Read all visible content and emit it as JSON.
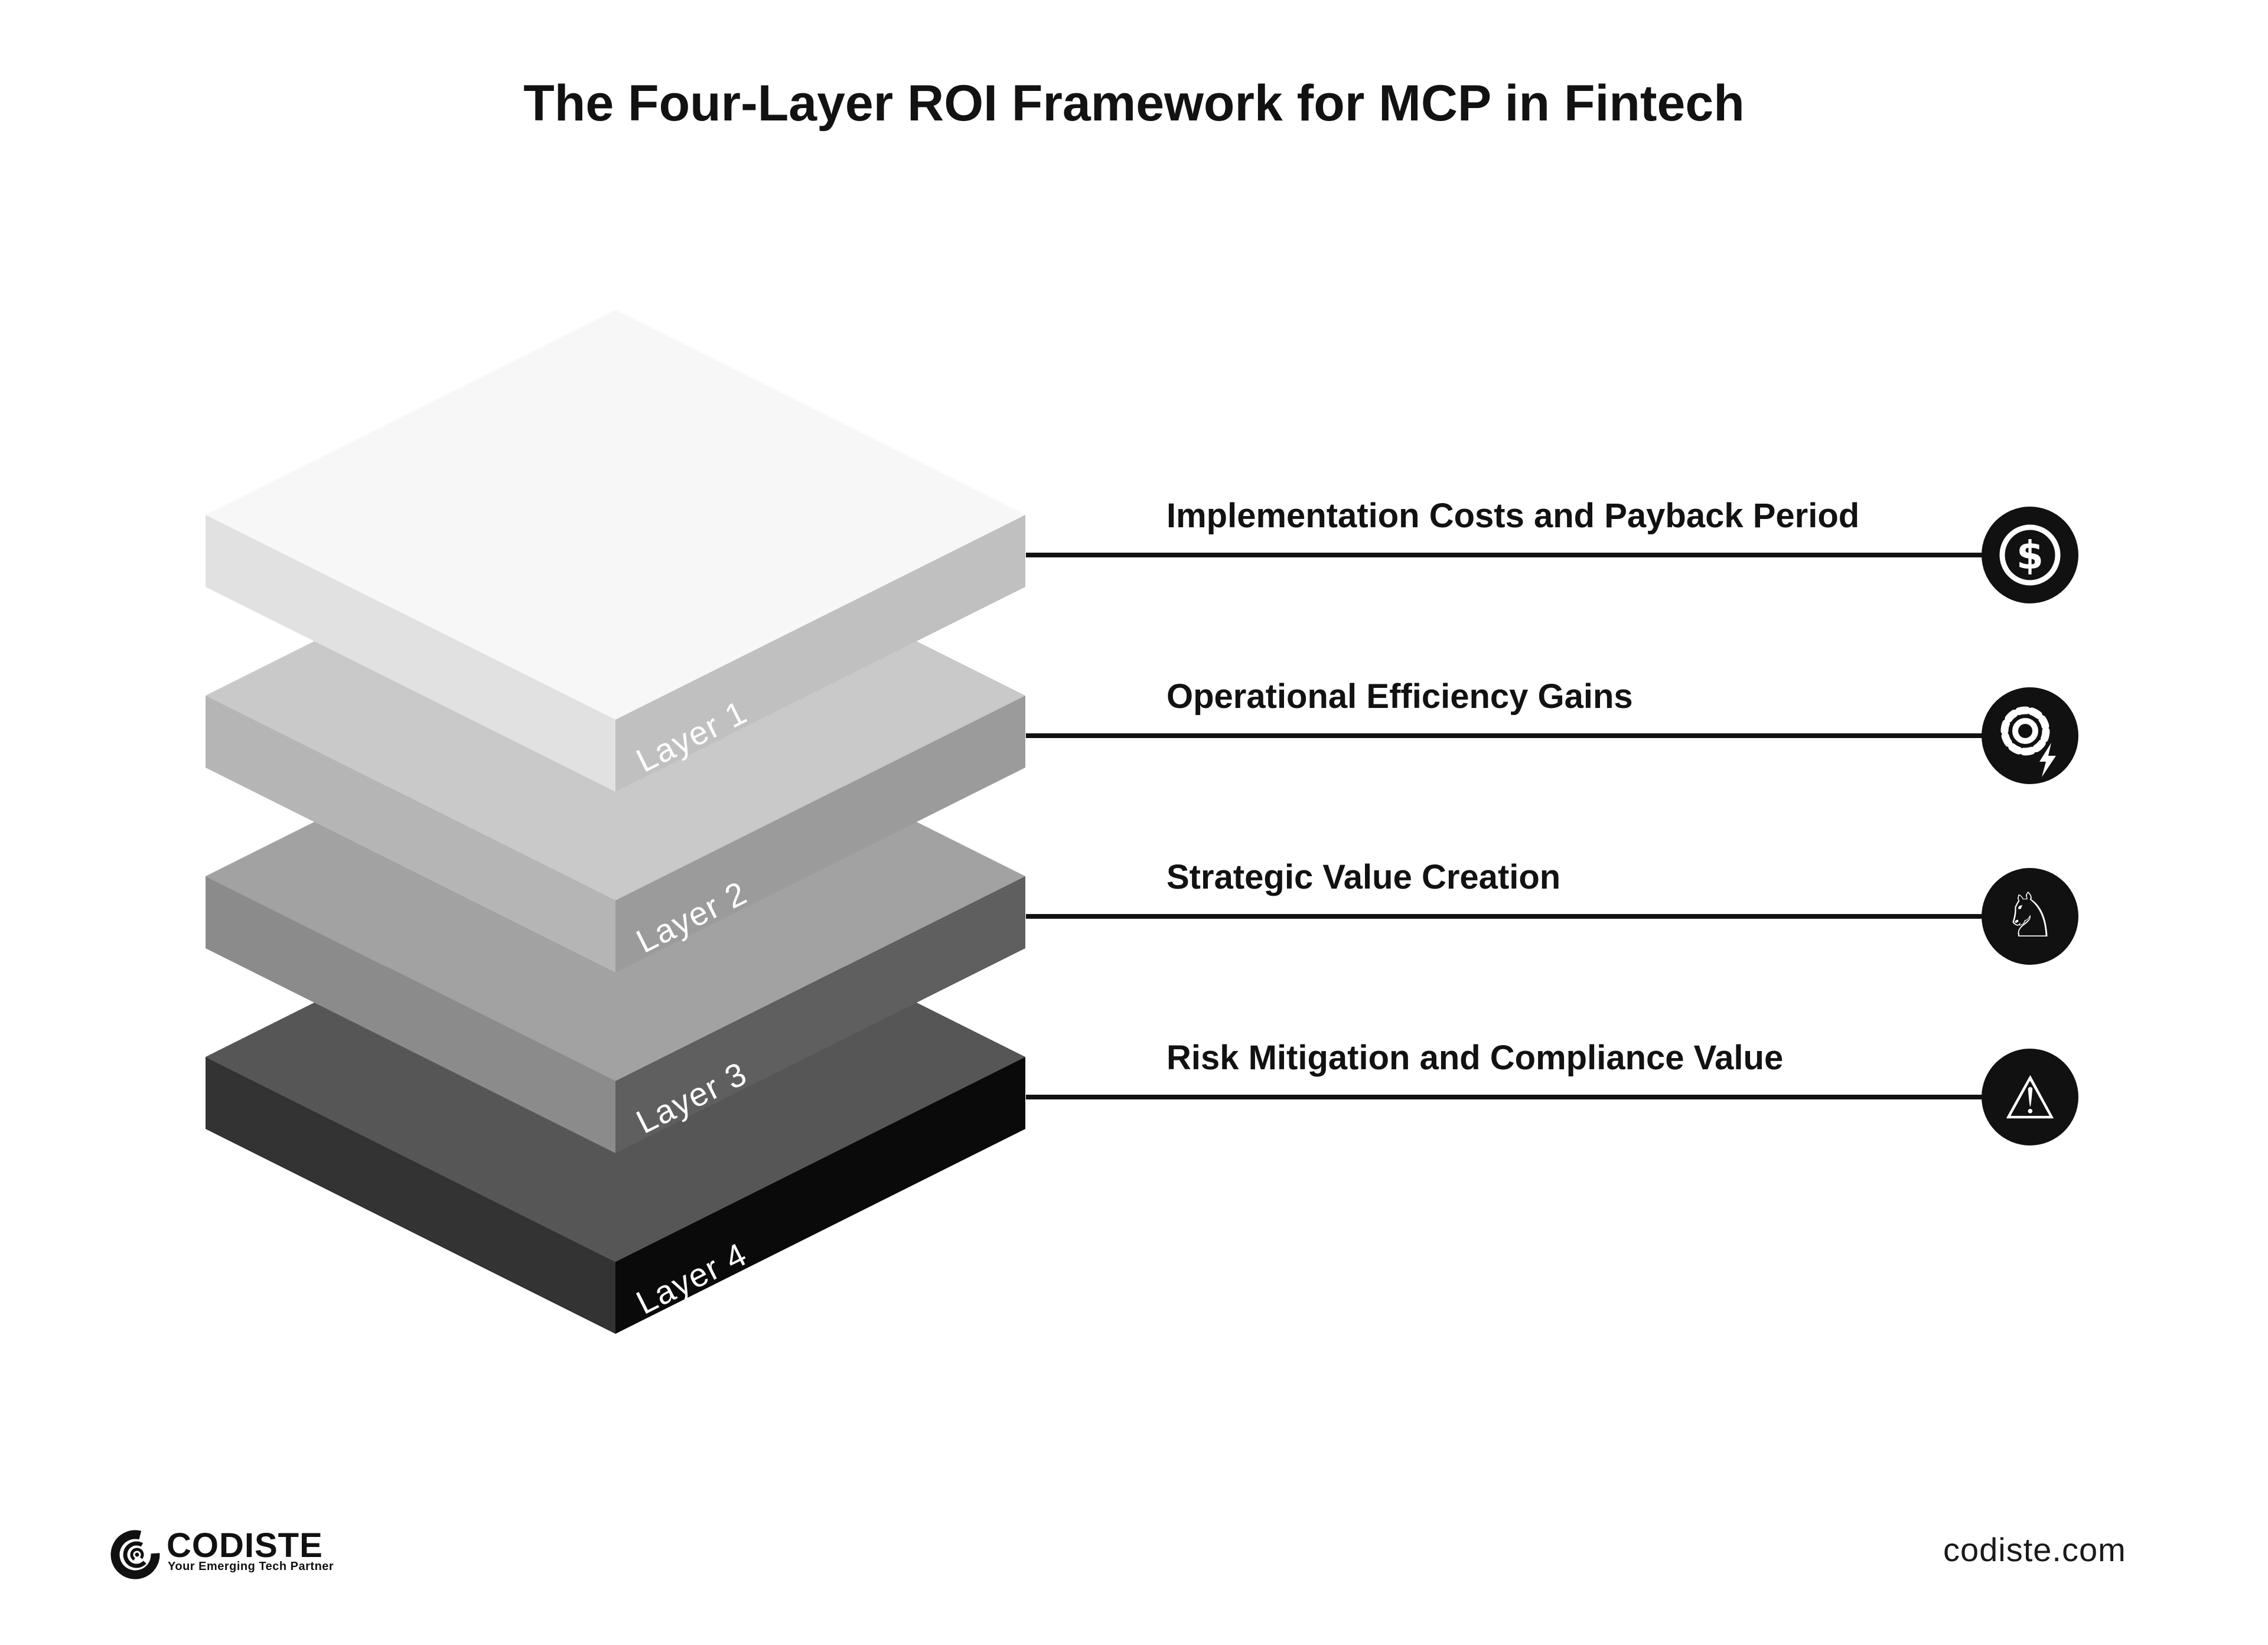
{
  "title": "The Four-Layer ROI Framework for MCP in Fintech",
  "stack": {
    "layers": [
      {
        "label": "Layer 1",
        "label_color": "#ffffff",
        "colors": {
          "top": "#f7f7f7",
          "left": "#e1e1e1",
          "right": "#c0c0c0"
        }
      },
      {
        "label": "Layer 2",
        "label_color": "#ffffff",
        "colors": {
          "top": "#c9c9c9",
          "left": "#b5b5b5",
          "right": "#9b9b9b"
        }
      },
      {
        "label": "Layer 3",
        "label_color": "#ffffff",
        "colors": {
          "top": "#a2a2a2",
          "left": "#8b8b8b",
          "right": "#5f5f5f"
        }
      },
      {
        "label": "Layer 4",
        "label_color": "#ffffff",
        "colors": {
          "top": "#565656",
          "left": "#333333",
          "right": "#0a0a0a"
        }
      }
    ]
  },
  "rows": [
    {
      "label": "Implementation Costs and Payback Period",
      "icon": "dollar-circle-icon"
    },
    {
      "label": "Operational Efficiency Gains",
      "icon": "gear-bolt-icon"
    },
    {
      "label": "Strategic Value Creation",
      "icon": "chess-knight-icon"
    },
    {
      "label": "Risk Mitigation and Compliance Value",
      "icon": "warning-triangle-icon"
    }
  ],
  "icons": {
    "dollar_glyph": "$",
    "knight_glyph": "♘",
    "warning_glyph": "⚠"
  },
  "footer": {
    "logo_text": "CODISTE",
    "logo_tagline": "Your Emerging Tech Partner",
    "website": "codiste.com"
  },
  "colors": {
    "background": "#ffffff",
    "text": "#121212",
    "connector_line": "#111111",
    "icon_background": "#111111",
    "icon_foreground": "#ffffff"
  }
}
